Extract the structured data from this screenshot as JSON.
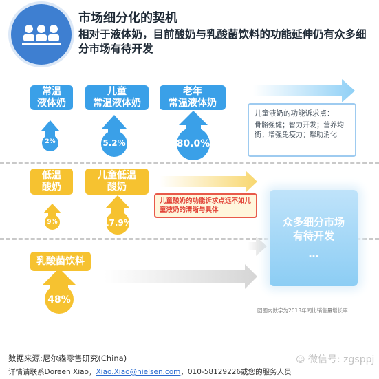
{
  "header": {
    "title": "市场细分化的契机",
    "subtitle": "相对于液体奶，目前酸奶与乳酸菌饮料的功能延伸仍有众多细分市场有待开发",
    "icon": "people-icon"
  },
  "row1": {
    "items": [
      {
        "label": "常温\n液体奶",
        "growth": "2%"
      },
      {
        "label": "儿童\n常温液体奶",
        "growth": "5.2%"
      },
      {
        "label": "老年\n常温液体奶",
        "growth": "80.0%"
      }
    ],
    "note_title": "儿童液奶的功能诉求点：",
    "note_body": "骨骼强健；智力开发；营养均衡；增强免疫力；帮助消化"
  },
  "row2": {
    "items": [
      {
        "label": "低温\n酸奶",
        "growth": "9%"
      },
      {
        "label": "儿童低温\n酸奶",
        "growth": "17.9%"
      }
    ],
    "note": "儿童酸奶的功能诉求点远不如儿童液奶的清晰与具体"
  },
  "row3": {
    "items": [
      {
        "label": "乳酸菌饮料",
        "growth": "48%"
      }
    ]
  },
  "opportunity": {
    "line1": "众多细分市场",
    "line2": "有待开发",
    "dots": "…"
  },
  "footnote": "圆圈内数字为2013年同比销售量增长率",
  "footer": {
    "source": "数据来源:尼尔森零售研究(China)",
    "contact_prefix": "详情请联系Doreen Xiao，",
    "email": "Xiao.Xiao@nielsen.com",
    "contact_suffix": "，010-58129226或您的服务人员",
    "wechat": "微信号: zgsppj"
  },
  "colors": {
    "blue": "#3aa0e8",
    "yellow": "#f6c230",
    "red": "#e8594a",
    "header_blue": "#3e7fd1"
  }
}
